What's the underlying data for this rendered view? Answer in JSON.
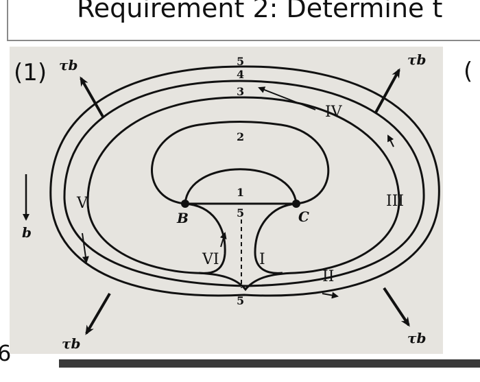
{
  "header": {
    "title": "Requirement 2: Determine t"
  },
  "labels": {
    "step": "(1)",
    "right_paren": "(",
    "left_number": "6"
  },
  "diagram": {
    "point_b": "B",
    "point_c": "C",
    "region_i": "I",
    "region_ii": "II",
    "region_iii": "III",
    "region_iv": "IV",
    "region_v": "V",
    "region_vi": "VI",
    "loop_1": "1",
    "loop_2": "2",
    "loop_3": "3",
    "loop_4": "4",
    "loop_5_top": "5",
    "loop_5_mid": "5",
    "loop_5_bottom": "5",
    "tau_b_top_left": "τb",
    "tau_b_top_right": "τb",
    "tau_b_bottom_left": "τb",
    "tau_b_bottom_right": "τb",
    "burgers_b": "b"
  }
}
